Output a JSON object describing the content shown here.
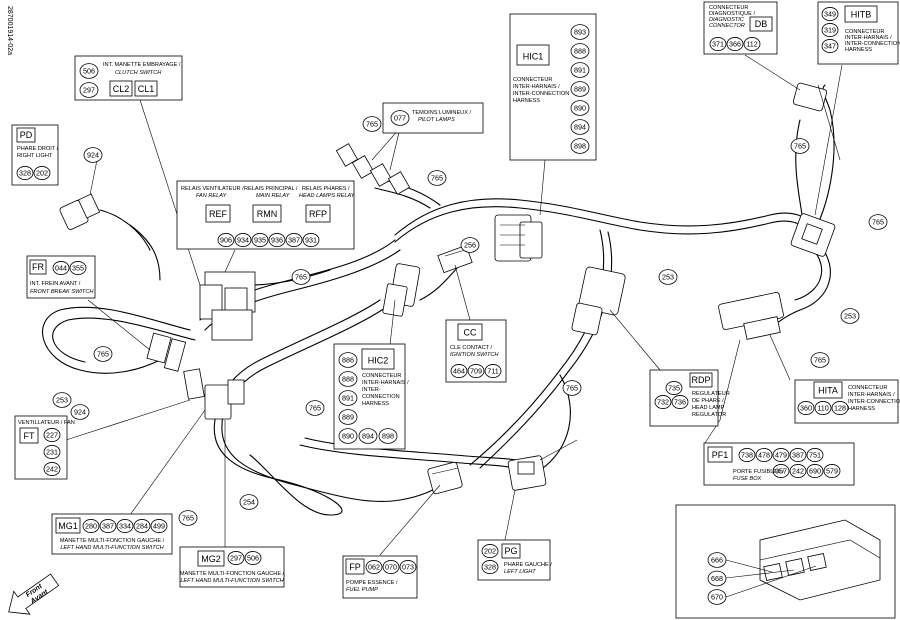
{
  "doc_id": "287001914-02a",
  "front": [
    "Front",
    "Avant"
  ],
  "connectors": {
    "PD": {
      "code": "PD",
      "nums": [
        "328",
        "202"
      ],
      "desc": [
        "PHARE DROIT /",
        "RIGHT LIGHT"
      ]
    },
    "CL": {
      "codes": [
        "CL2",
        "CL1"
      ],
      "nums": [
        "506",
        "297"
      ],
      "desc": [
        "INT. MANETTE EMBRAYAGE /",
        "CLUTCH SWITCH"
      ]
    },
    "PL": {
      "nums": [
        "077"
      ],
      "desc": [
        "TEMOINS LUMINEUX /",
        "PILOT LAMPS"
      ]
    },
    "HIC1": {
      "code": "HIC1",
      "nums": [
        "893",
        "888",
        "891",
        "889",
        "890",
        "894",
        "898"
      ],
      "desc": [
        "CONNECTEUR",
        "INTER-HARNAIS /",
        "INTER-CONNECTION",
        "HARNESS"
      ]
    },
    "DB": {
      "code": "DB",
      "nums": [
        "371",
        "366",
        "112"
      ],
      "desc": [
        "CONNECTEUR",
        "DIAGNOSTIQUE /",
        "DIAGNOSTIC",
        "CONNECTOR"
      ]
    },
    "HITB": {
      "code": "HITB",
      "nums": [
        "349",
        "319",
        "347"
      ],
      "desc": [
        "CONNECTEUR",
        "INTER-HARNAIS /",
        "INTER-CONNECTION",
        "HARNESS"
      ]
    },
    "RELAYS": {
      "codes": [
        "REF",
        "RMN",
        "RFP"
      ],
      "nums": [
        "906",
        "934",
        "935",
        "936",
        "387",
        "931"
      ],
      "desc": [
        "RELAIS VENTILATEUR /",
        "FAN RELAY",
        "RELAIS PRINCIPAL /",
        "MAIN RELAY",
        "RELAIS PHARES /",
        "HEAD LAMPS RELAY"
      ]
    },
    "FR": {
      "code": "FR",
      "nums": [
        "044",
        "355"
      ],
      "desc": [
        "INT. FREIN AVANT /",
        "FRONT BREAK SWITCH"
      ]
    },
    "CC": {
      "code": "CC",
      "nums": [
        "464",
        "709",
        "711"
      ],
      "desc": [
        "CLE CONTACT /",
        "IGNITION SWITCH"
      ]
    },
    "HIC2": {
      "code": "HIC2",
      "nums": [
        "886",
        "888",
        "891",
        "889",
        "890",
        "894",
        "898"
      ],
      "desc": [
        "CONNECTEUR",
        "INTER-HARNAIS /",
        "INTER-",
        "CONNECTION",
        "HARNESS"
      ]
    },
    "RDP": {
      "code": "RDP",
      "nums": [
        "735",
        "732",
        "736"
      ],
      "desc": [
        "REGULATEUR",
        "DE PHARE /",
        "HEAD LAMP",
        "REGULATOR"
      ]
    },
    "HITA": {
      "code": "HITA",
      "nums": [
        "360",
        "110",
        "128"
      ],
      "desc": [
        "CONNECTEUR",
        "INTER-HARNAIS /",
        "INTER-CONNECTION",
        "HARNESS"
      ]
    },
    "PF1": {
      "code": "PF1",
      "nums": [
        "738",
        "478",
        "479",
        "387",
        "751",
        "957",
        "242",
        "690",
        "579"
      ],
      "desc": [
        "PORTE FUSIBLES /",
        "FUSE BOX"
      ]
    },
    "FT": {
      "code": "FT",
      "nums": [
        "227",
        "231",
        "242"
      ],
      "desc": [
        "VENTILLATEUR / FAN"
      ]
    },
    "MG1": {
      "code": "MG1",
      "nums": [
        "280",
        "387",
        "334",
        "284",
        "499"
      ],
      "desc": [
        "MANETTE MULTI-FONCTION GAUCHE /",
        "LEFT HAND MULTI-FUNCTION SWITCH"
      ]
    },
    "MG2": {
      "code": "MG2",
      "nums": [
        "297",
        "506"
      ],
      "desc": [
        "MANETTE MULTI-FONCTION GAUCHE /",
        "LEFT HAND MULTI-FUNCTION SWITCH"
      ]
    },
    "FP": {
      "code": "FP",
      "nums": [
        "062",
        "070",
        "073"
      ],
      "desc": [
        "POMPE ESSENCE /",
        "FUEL PUMP"
      ]
    },
    "PG": {
      "code": "PG",
      "nums": [
        "202",
        "328"
      ],
      "desc": [
        "PHARE GAUCHE /",
        "LEFT LIGHT"
      ]
    }
  },
  "wire_labels": [
    "924",
    "765",
    "765",
    "765",
    "765",
    "765",
    "765",
    "765",
    "765",
    "765",
    "765",
    "256",
    "253",
    "253",
    "253",
    "254",
    "924"
  ],
  "fusebox_detail": {
    "nums": [
      "666",
      "668",
      "670"
    ]
  }
}
